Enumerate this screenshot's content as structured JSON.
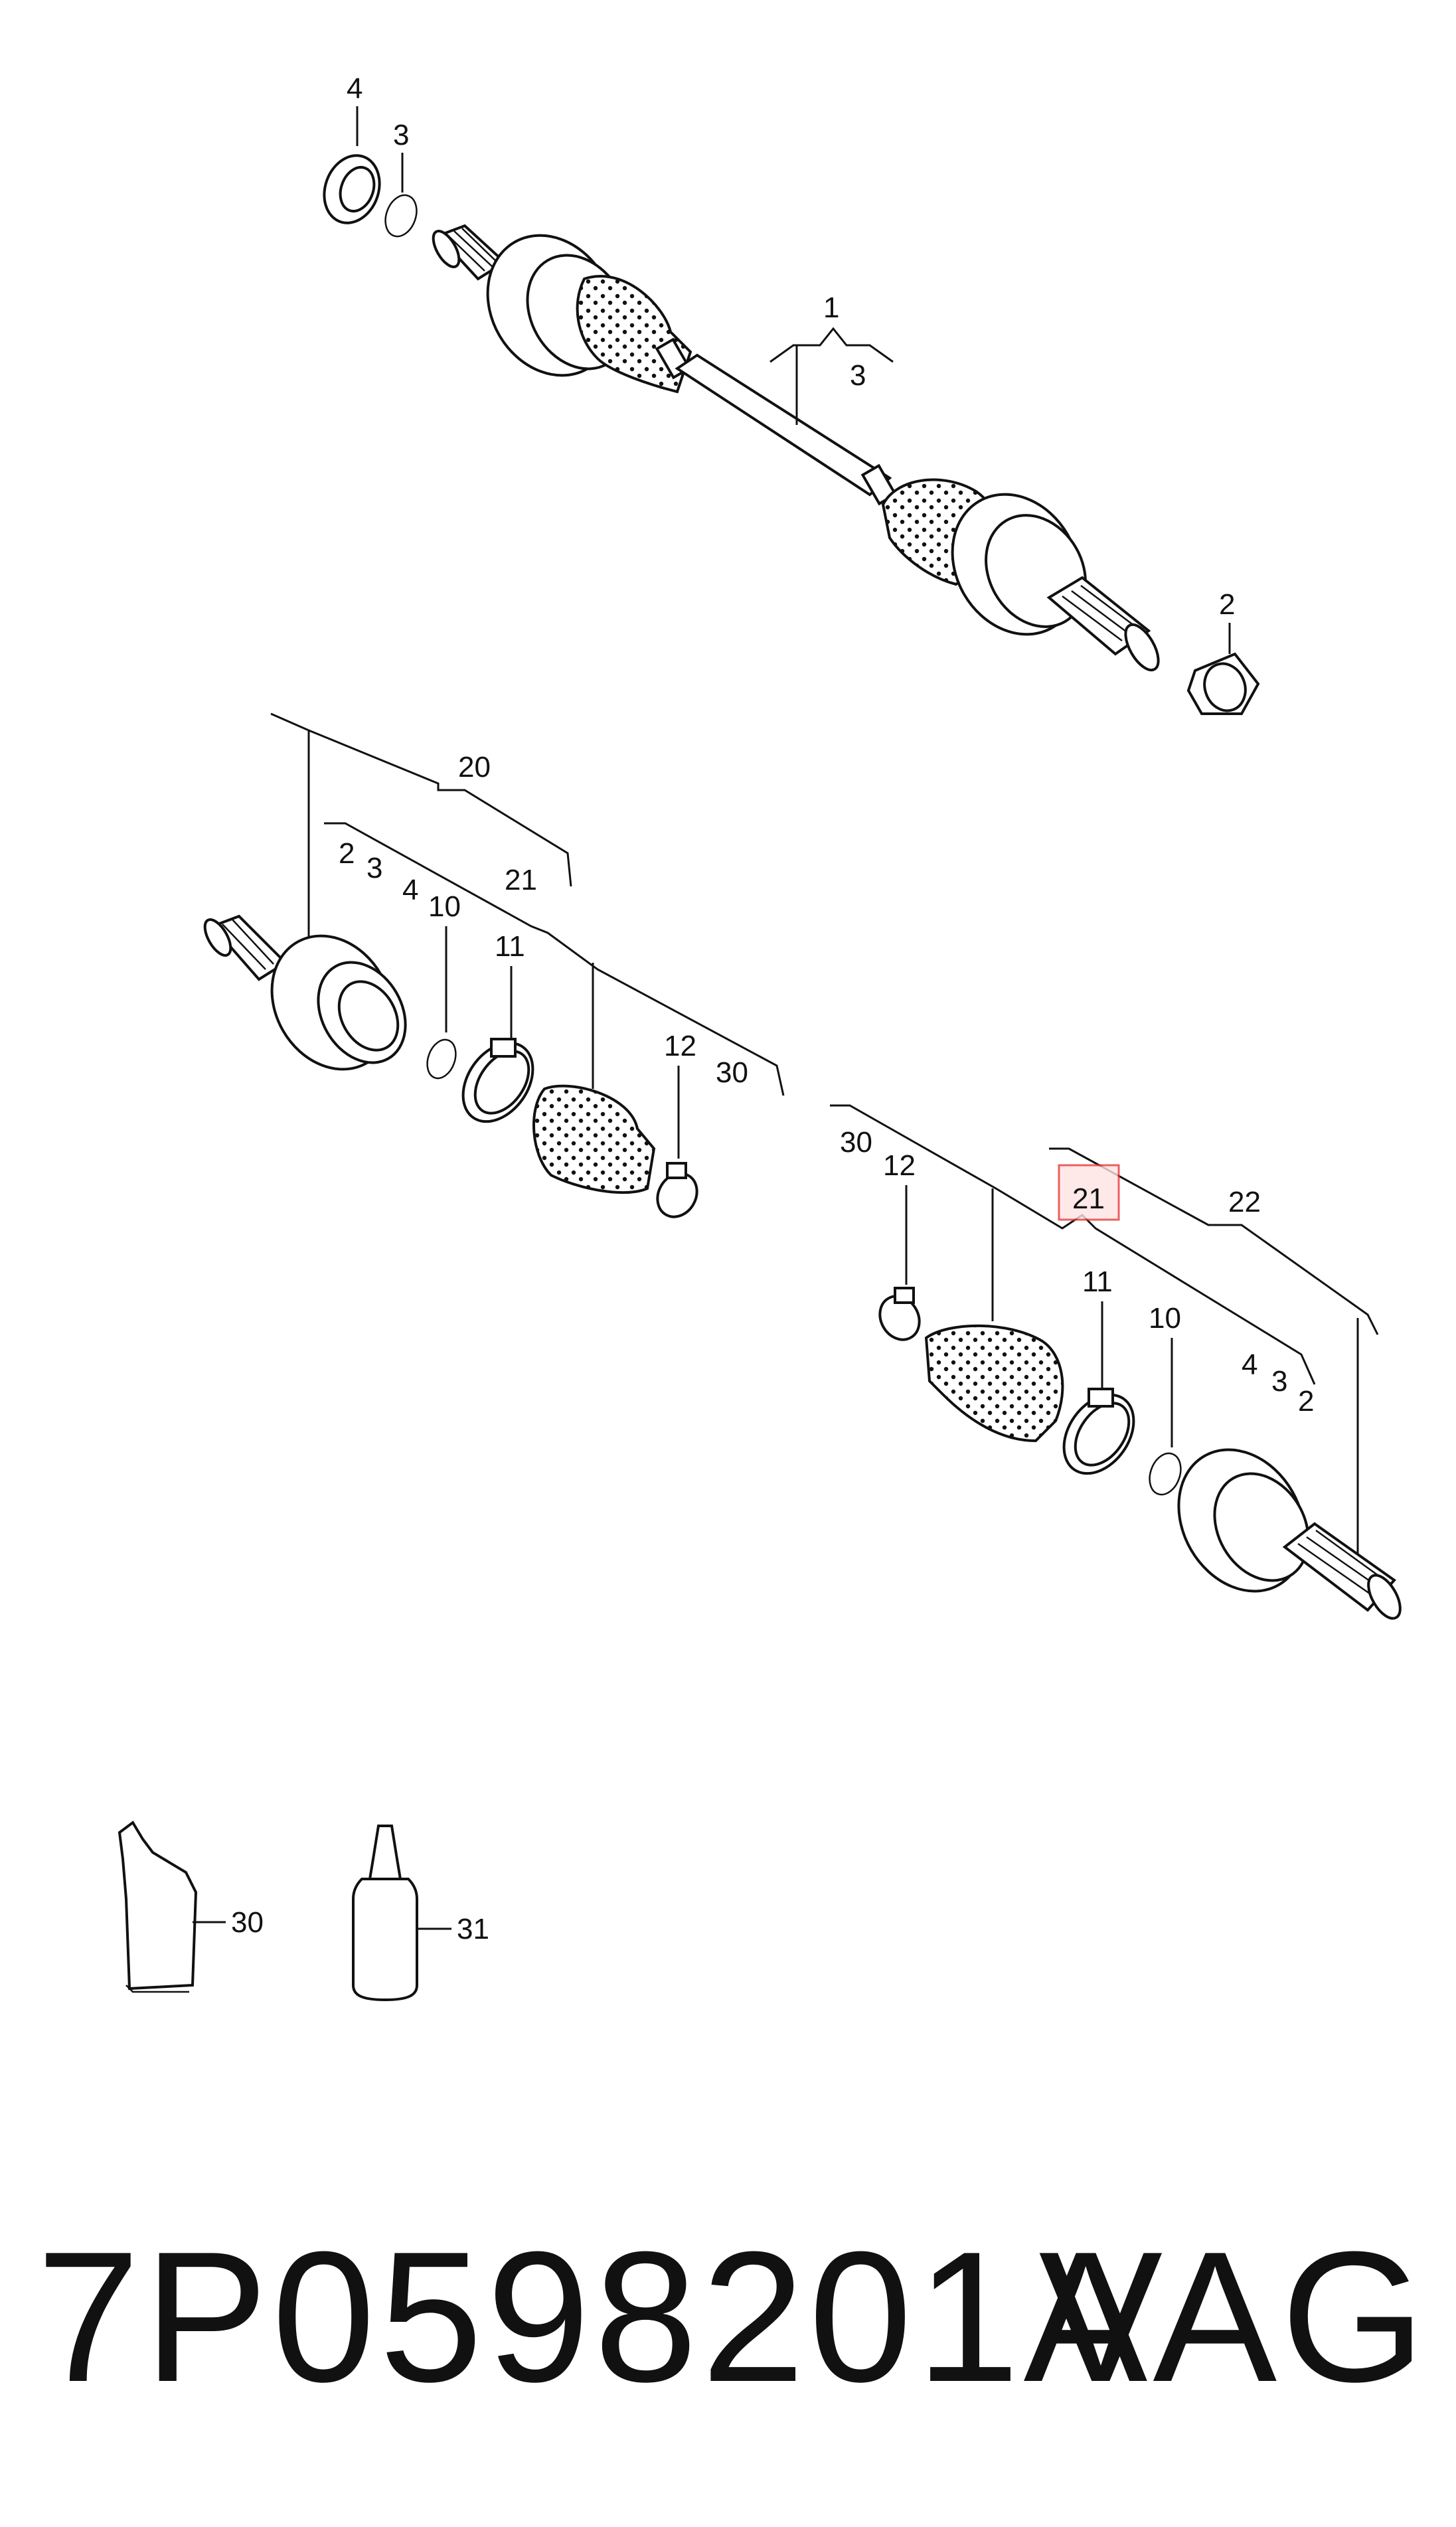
{
  "callouts": {
    "shaft_1": "1",
    "shaft_1_sub": "3",
    "top_4": "4",
    "top_3": "3",
    "top_2": "2",
    "left_20": "20",
    "left_2": "2",
    "left_3": "3",
    "left_4": "4",
    "left_10": "10",
    "left_21": "21",
    "left_11": "11",
    "left_12": "12",
    "left_30": "30",
    "right_30": "30",
    "right_12": "12",
    "right_21": "21",
    "right_22": "22",
    "right_11": "11",
    "right_10": "10",
    "right_4": "4",
    "right_3": "3",
    "right_2": "2",
    "grease_30": "30",
    "bottle_31": "31"
  },
  "highlight_color": "#e53935",
  "footer": {
    "part_number": "7P0598201A",
    "brand": "VAG"
  }
}
